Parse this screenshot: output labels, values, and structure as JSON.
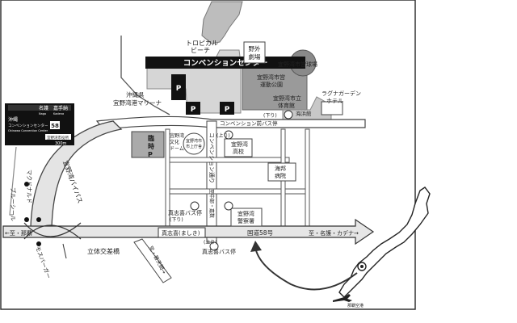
{
  "labels": {
    "tropical_beach_1": "トロピカル",
    "tropical_beach_2": "ビーチ",
    "convention_center": "コンベンションセンター",
    "open_theater_1": "野外",
    "open_theater_2": "劇場",
    "ballpark": "宜野湾市営球場",
    "marina_1": "沖縄県",
    "marina_2": "宜野湾港マリーナ",
    "park_1": "宜野湾市営",
    "park_2": "運動公園",
    "gym_1": "宜野湾市立",
    "gym_2": "体育館",
    "laguna_1": "ラグナガーデン",
    "laguna_2": "ホテル",
    "kaihin": "海浜館",
    "temp_parking_1": "臨",
    "temp_parking_2": "時",
    "temp_parking_3": "P",
    "p": "P",
    "bus_stop_conv": "コンベンション前バス停",
    "down": "(下り)",
    "up": "(上り)",
    "school_1": "宜野湾",
    "school_2": "高校",
    "hospital_1": "海邦",
    "hospital_2": "病院",
    "police_1": "宜野湾",
    "police_2": "警察署",
    "city_hall_1": "宜野湾市",
    "city_hall_2": "市上庁舎",
    "culture_1": "宜野湾",
    "culture_2": "文化",
    "culture_3": "ドーム",
    "convention_street": "コンベンション通り",
    "conv_st_sub": "至中部・嘉数",
    "bypass": "宜野湾バイパス",
    "mashiki_bus_down": "真志喜バス停",
    "mashiki_bus_up": "真志喜バス停",
    "mashiki_sign": "真志喜(ましき)",
    "route58": "国道58号",
    "to_naha": "←至・那覇",
    "to_nago": "至・名護・カデナ→",
    "mcdonalds": "マクドナルド",
    "blue_seal": "ブルーシール",
    "mos_burger": "モスバーガー",
    "interchange": "立体交差橋",
    "to_futenma": "至・普天間→",
    "airport": "那覇空港",
    "sign_top_1": "名護",
    "sign_top_2": "嘉手納",
    "sign_top_1_en": "Nago",
    "sign_top_2_en": "Kadena",
    "sign_left_1": "沖縄",
    "sign_left_2": "コンベンションセンター",
    "sign_left_en": "Okinawa Convention Center",
    "sign_route": "58",
    "sign_bottom": "宜野湾市役所",
    "sign_dist": "300m"
  }
}
